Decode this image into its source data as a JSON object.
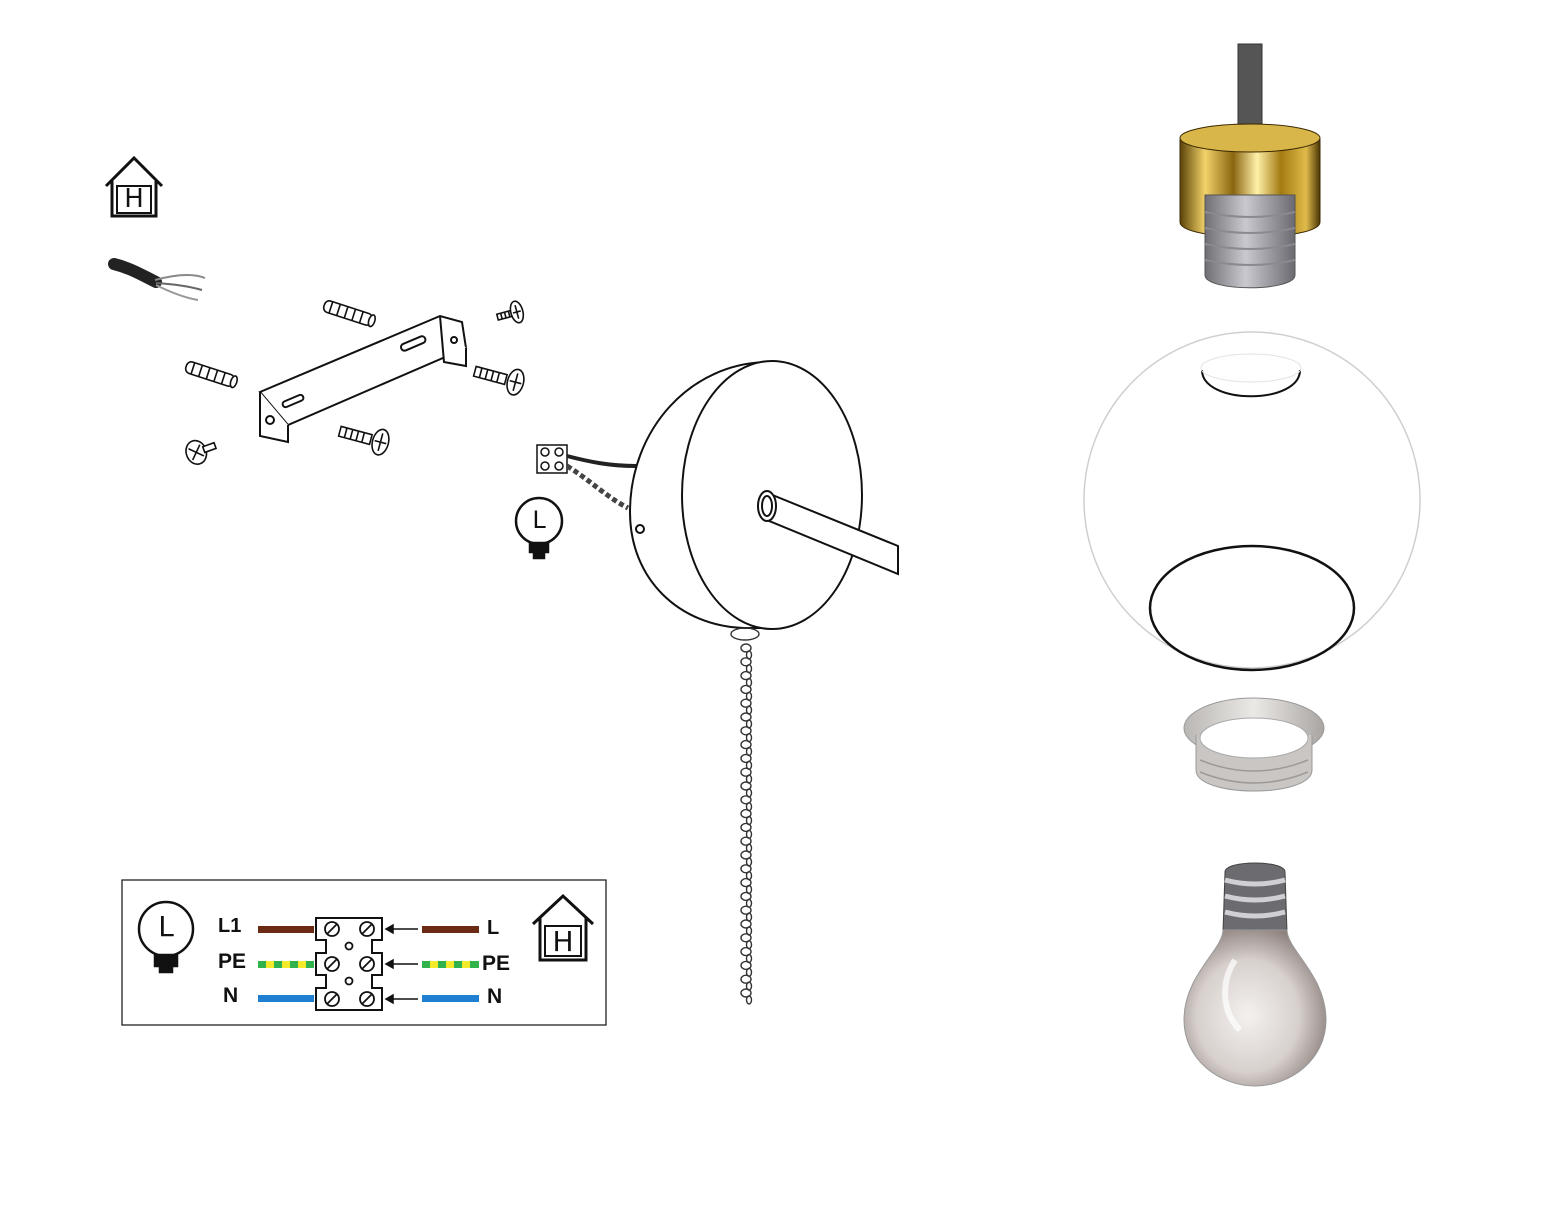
{
  "icons": {
    "house_letter": "H",
    "lamp_letter": "L"
  },
  "wiring": {
    "lamp_side": [
      "L1",
      "PE",
      "N"
    ],
    "house_side": [
      "L",
      "PE",
      "N"
    ],
    "colors": {
      "live": "#6b2a14",
      "earth_green": "#2fb34a",
      "earth_yellow": "#f2ea2a",
      "neutral": "#1f7fd1"
    }
  },
  "parts": [
    "cable",
    "mounting-bracket",
    "wall-plug",
    "screw",
    "terminal-block",
    "canopy",
    "arm-tube",
    "pull-chain",
    "lamp-holder",
    "glass-globe",
    "shade-ring",
    "light-bulb"
  ],
  "colors": {
    "gold": "#c9a227",
    "line": "#111111"
  }
}
